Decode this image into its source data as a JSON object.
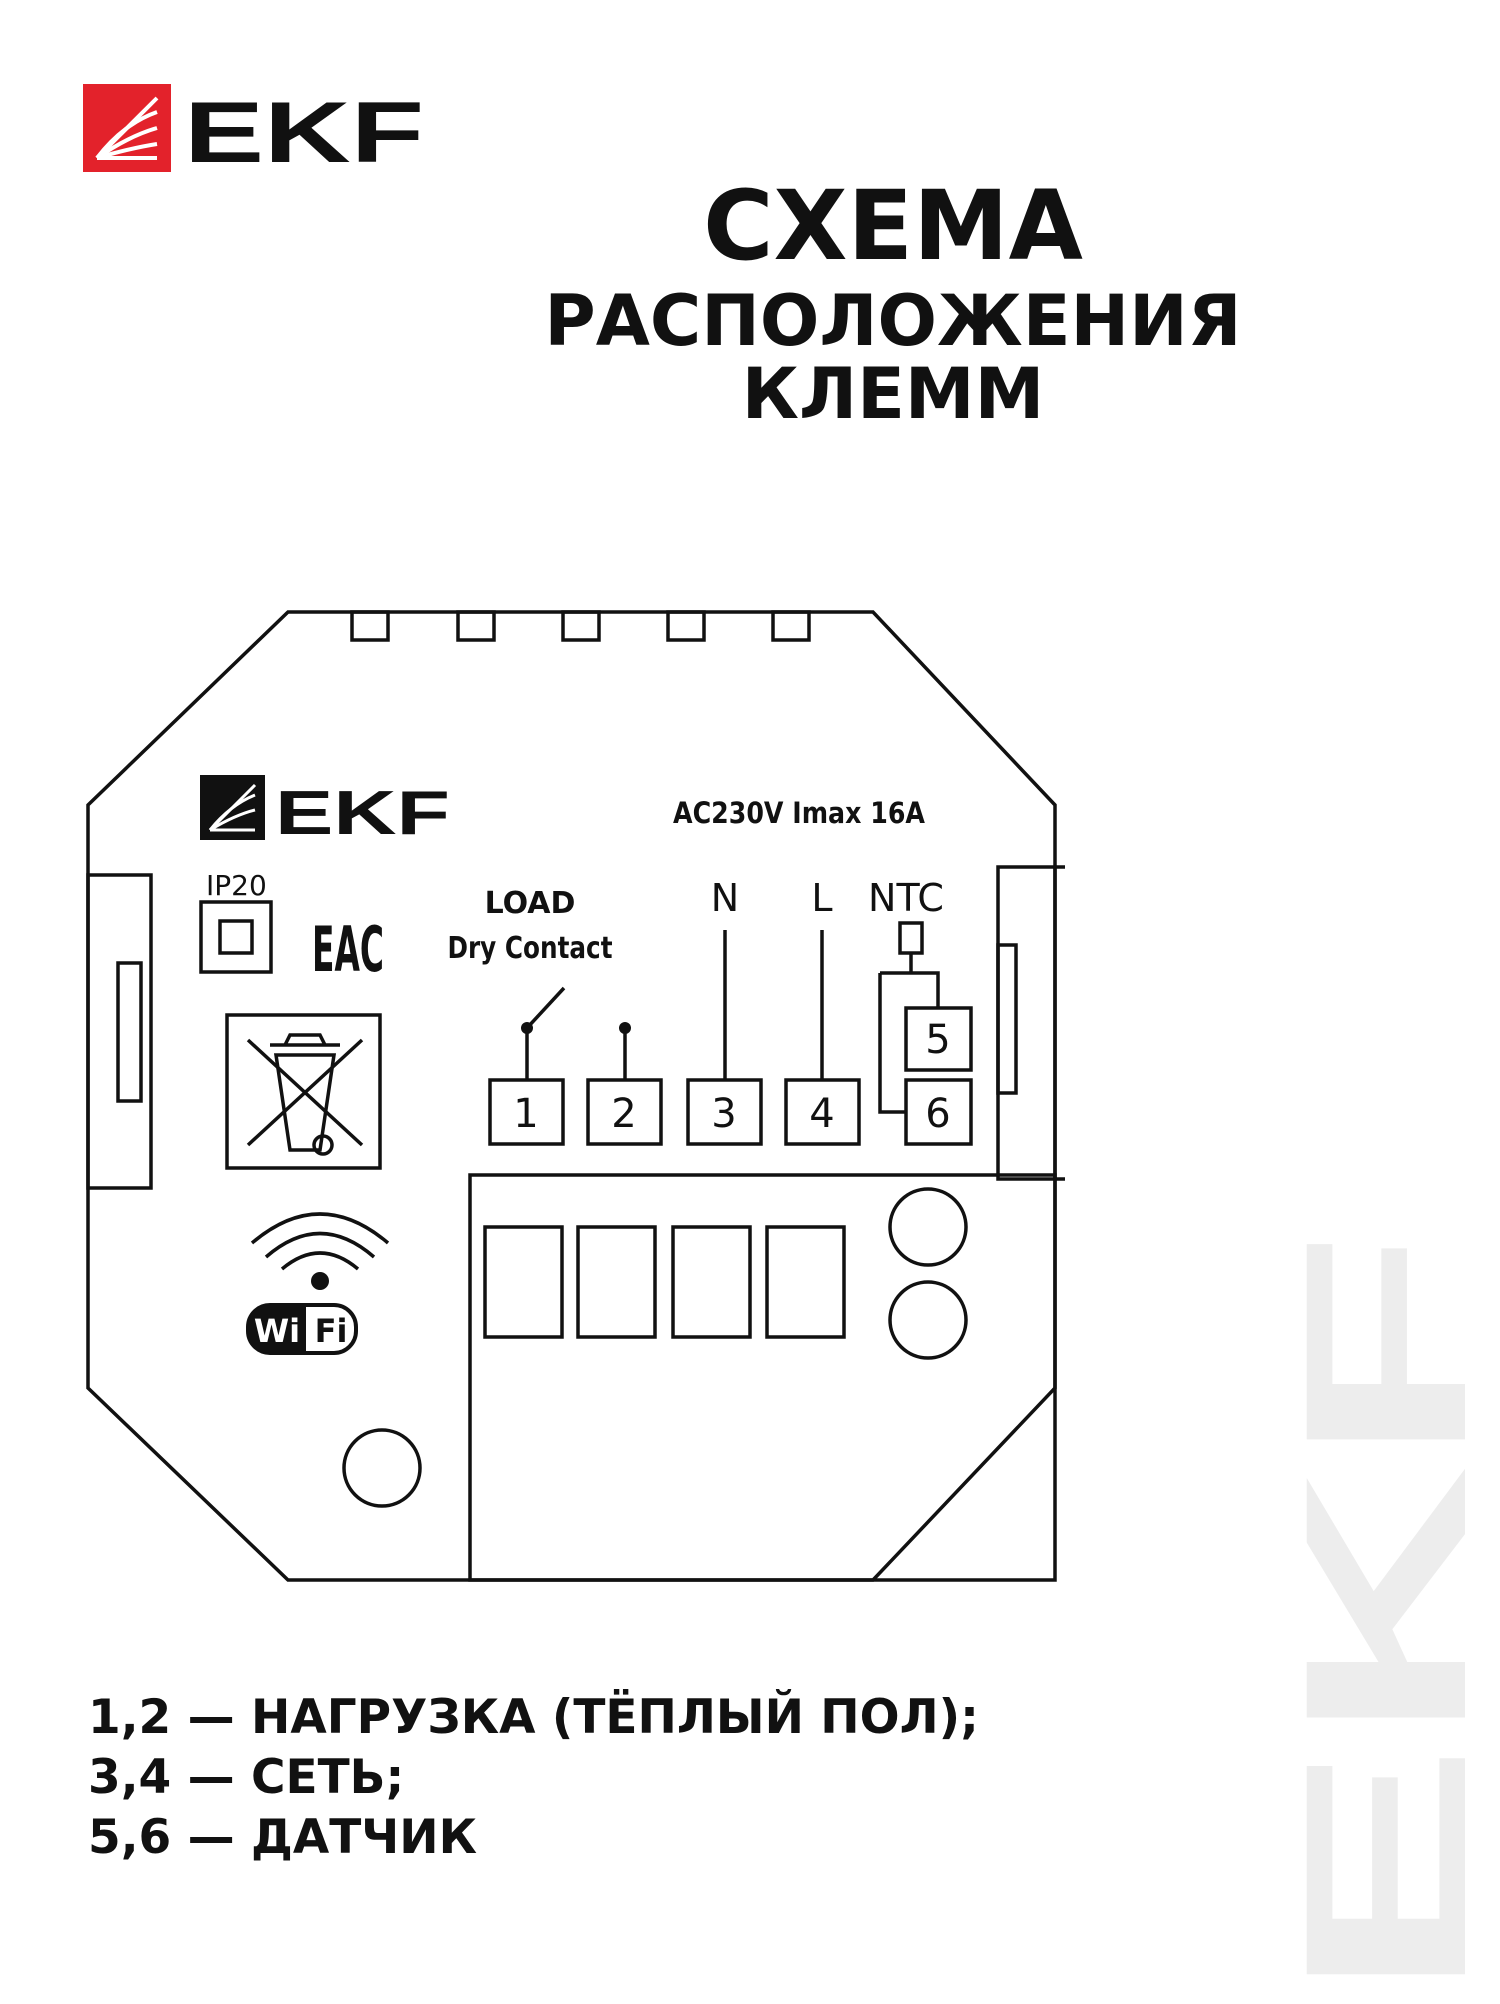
{
  "brand": {
    "name": "EKF",
    "accent_color": "#e3222b",
    "watermark_color": "#ededed"
  },
  "header": {
    "title_line1": "СХЕМА",
    "title_line2": "РАСПОЛОЖЕНИЯ",
    "title_line3": "КЛЕММ"
  },
  "device": {
    "brand": "EKF",
    "rating": "AC230V  Imax 16A",
    "ip_label": "IP20",
    "certification": "EAC",
    "load_label": "LOAD",
    "dry_contact_label": "Dry Contact",
    "wifi_label_left": "Wi",
    "wifi_label_right": "Fi",
    "icons": [
      "ip20-icon",
      "eac-mark-icon",
      "weee-bin-icon",
      "wifi-icon"
    ],
    "terminals": [
      {
        "number": "1",
        "label": ""
      },
      {
        "number": "2",
        "label": ""
      },
      {
        "number": "3",
        "label": "N"
      },
      {
        "number": "4",
        "label": "L"
      },
      {
        "number": "5",
        "label": ""
      },
      {
        "number": "6",
        "label": ""
      }
    ],
    "sensor_label": "NTC"
  },
  "legend": {
    "line1": "1,2 — НАГРУЗКА (ТЁПЛЫЙ ПОЛ);",
    "line2": "3,4 — СЕТЬ;",
    "line3": "5,6 — ДАТЧИК"
  }
}
